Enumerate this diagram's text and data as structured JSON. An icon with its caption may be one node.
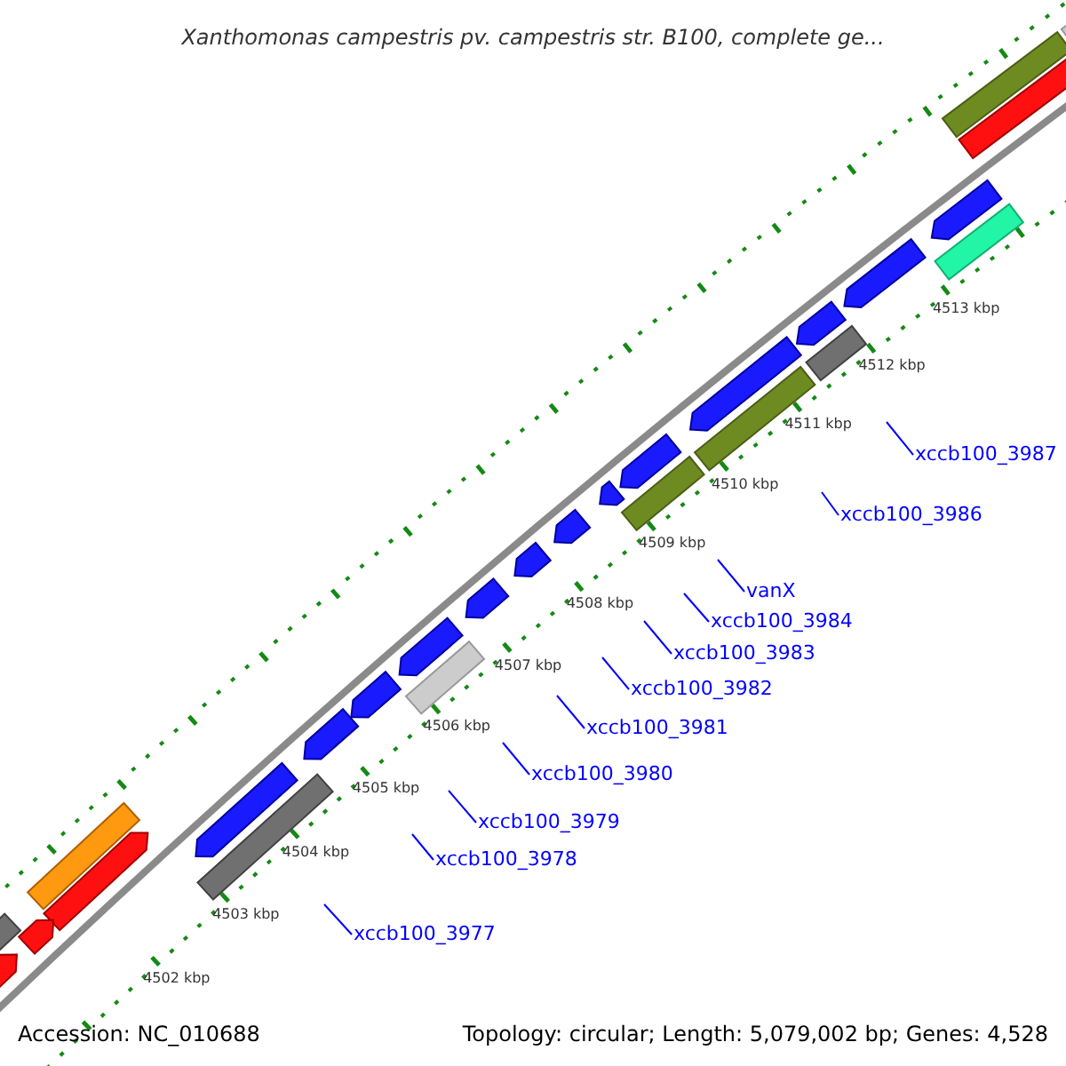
{
  "diagram": {
    "title": "Xanthomonas campestris pv. campestris str. B100, complete ge...",
    "nodes": [
      {
        "text": [
          "xccb100_3987"
        ]
      },
      {
        "text": [
          "xccb100_3986"
        ]
      },
      {
        "text": [
          "vanX"
        ]
      },
      {
        "text": [
          "xccb100_3984"
        ]
      },
      {
        "text": [
          "xccb100_3983"
        ]
      },
      {
        "text": [
          "xccb100_3982"
        ]
      },
      {
        "text": [
          "xccb100_3981"
        ]
      },
      {
        "text": [
          "xccb100_3980"
        ]
      },
      {
        "text": [
          "xccb100_3979"
        ]
      },
      {
        "text": [
          "xccb100_3978"
        ]
      },
      {
        "text": [
          "xccb100_3977"
        ]
      }
    ],
    "edges": [
      {
        "from": 0,
        "to": null,
        "arrow": "none"
      },
      {
        "from": 1,
        "to": null,
        "arrow": "none"
      },
      {
        "from": 2,
        "to": null,
        "arrow": "none"
      },
      {
        "from": 3,
        "to": null,
        "arrow": "none"
      },
      {
        "from": 4,
        "to": null,
        "arrow": "none"
      },
      {
        "from": 5,
        "to": null,
        "arrow": "none"
      },
      {
        "from": 6,
        "to": null,
        "arrow": "none"
      },
      {
        "from": 7,
        "to": null,
        "arrow": "none"
      },
      {
        "from": 8,
        "to": null,
        "arrow": "none"
      },
      {
        "from": 9,
        "to": null,
        "arrow": "none"
      },
      {
        "from": 10,
        "to": null,
        "arrow": "none"
      }
    ],
    "labels": [
      "4513 kbp",
      "4512 kbp",
      "4511 kbp",
      "4510 kbp",
      "4509 kbp",
      "4508 kbp",
      "4507 kbp",
      "4506 kbp",
      "4505 kbp",
      "4504 kbp",
      "4503 kbp",
      "4502 kbp",
      "Accession: NC_010688",
      "Topology: circular; Length: 5,079,002 bp; Genes: 4,528"
    ]
  }
}
